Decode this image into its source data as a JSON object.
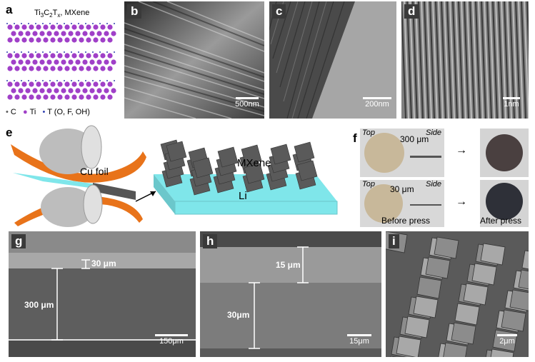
{
  "panels": {
    "a": {
      "label": "a",
      "title_main": "Ti",
      "title_sub1": "3",
      "title_c": "C",
      "title_sub2": "2",
      "title_t": "T",
      "title_subx": "x",
      "title_rest": ", MXene",
      "legend": [
        {
          "symbol": "•",
          "label": "C",
          "color": "#5a5a5a"
        },
        {
          "symbol": "●",
          "label": "Ti",
          "color": "#a040c8"
        },
        {
          "symbol": "•",
          "label": "T (O, F, OH)",
          "color": "#3040b0"
        }
      ]
    },
    "b": {
      "label": "b",
      "scale": "500nm"
    },
    "c": {
      "label": "c",
      "scale": "200nm"
    },
    "d": {
      "label": "d",
      "scale": "1nm"
    },
    "e": {
      "label": "e",
      "cu_foil": "Cu foil",
      "mxene": "MXene",
      "li": "Li"
    },
    "f": {
      "label": "f",
      "row1": {
        "top": "Top",
        "thickness": "300 μm",
        "side": "Side"
      },
      "row2": {
        "top": "Top",
        "thickness": "30 μm",
        "side": "Side"
      },
      "before": "Before press",
      "after": "After press"
    },
    "g": {
      "label": "g",
      "dim_small": "30 μm",
      "dim_large": "300 μm",
      "scale": "150μm"
    },
    "h": {
      "label": "h",
      "dim_small": "15 μm",
      "dim_large": "30μm",
      "scale": "15μm"
    },
    "i": {
      "label": "i",
      "scale": "2μm"
    }
  },
  "colors": {
    "ti": "#a040c8",
    "li": "#7fe6ea",
    "cu": "#e8731a",
    "mxene": "#555555"
  }
}
